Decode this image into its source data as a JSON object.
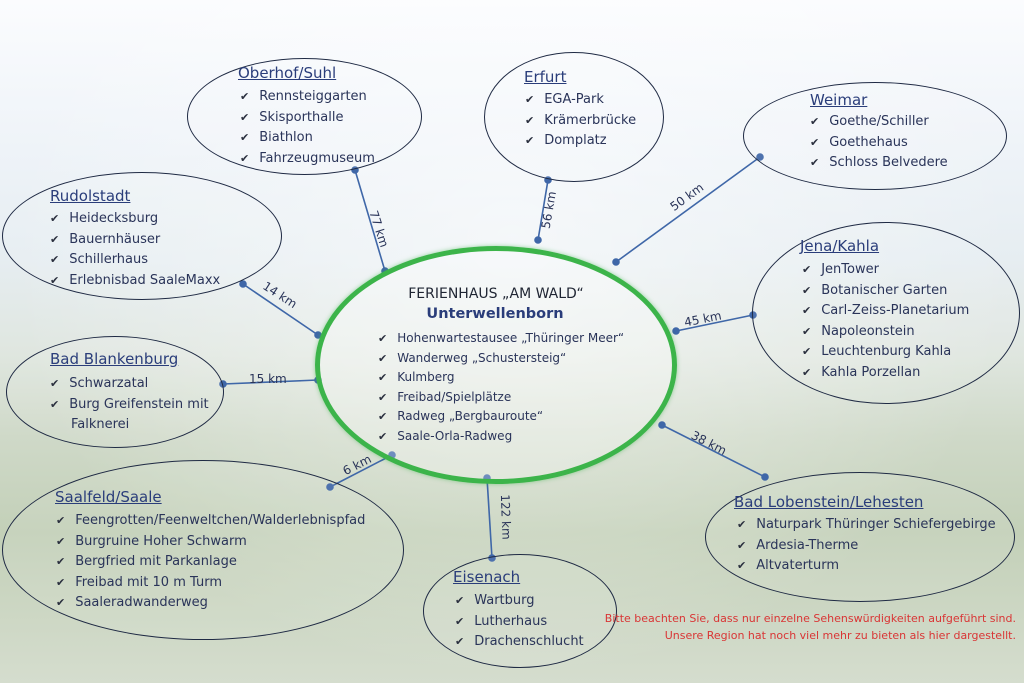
{
  "center": {
    "title": "FERIENHAUS „AM WALD“",
    "subtitle": "Unterwellenborn",
    "items": [
      "Hohenwartestausee „Thüringer Meer“",
      "Wanderweg „Schustersteig“",
      "Kulmberg",
      "Freibad/Spielplätze",
      "Radweg „Bergbauroute“",
      "Saale-Orla-Radweg"
    ]
  },
  "destinations": {
    "oberhof": {
      "title": "Oberhof/Suhl",
      "distance": "77 km",
      "items": [
        "Rennsteiggarten",
        "Skisporthalle",
        "Biathlon",
        "Fahrzeugmuseum"
      ]
    },
    "erfurt": {
      "title": "Erfurt",
      "distance": "56 km",
      "items": [
        "EGA-Park",
        "Krämerbrücke",
        "Domplatz"
      ]
    },
    "weimar": {
      "title": "Weimar",
      "distance": "50 km",
      "items": [
        "Goethe/Schiller",
        "Goethehaus",
        "Schloss Belvedere"
      ]
    },
    "rudolstadt": {
      "title": "Rudolstadt",
      "distance": "14 km",
      "items": [
        "Heidecksburg",
        "Bauernhäuser",
        "Schillerhaus",
        "Erlebnisbad SaaleMaxx"
      ]
    },
    "jena": {
      "title": "Jena/Kahla",
      "distance": "45 km",
      "items": [
        "JenTower",
        "Botanischer Garten",
        "Carl-Zeiss-Planetarium",
        "Napoleonstein",
        "Leuchtenburg Kahla",
        "Kahla Porzellan"
      ]
    },
    "blankenburg": {
      "title": "Bad Blankenburg",
      "distance": "15 km",
      "items": [
        "Schwarzatal",
        "Burg Greifenstein mit",
        "Falknerei"
      ]
    },
    "lobenstein": {
      "title": "Bad Lobenstein/Lehesten",
      "distance": "38 km",
      "items": [
        "Naturpark Thüringer Schiefergebirge",
        "Ardesia-Therme",
        "Altvaterturm"
      ]
    },
    "saalfeld": {
      "title": "Saalfeld/Saale",
      "distance": "6 km",
      "items": [
        "Feengrotten/Feenweltchen/Walderlebnispfad",
        "Burgruine Hoher Schwarm",
        "Bergfried mit Parkanlage",
        "Freibad mit 10 m Turm",
        "Saaleradwanderweg"
      ]
    },
    "eisenach": {
      "title": "Eisenach",
      "distance": "122 km",
      "items": [
        "Wartburg",
        "Lutherhaus",
        "Drachenschlucht"
      ]
    }
  },
  "note": {
    "line1": "Bitte beachten Sie, dass nur einzelne Sehenswürdigkeiten aufgeführt sind.",
    "line2": "Unsere Region hat noch viel mehr zu bieten als hier dargestellt."
  },
  "colors": {
    "center_border": "#3cb44a",
    "connector": "#3f67a8",
    "title": "#2a3d7a",
    "note": "#d93535"
  }
}
